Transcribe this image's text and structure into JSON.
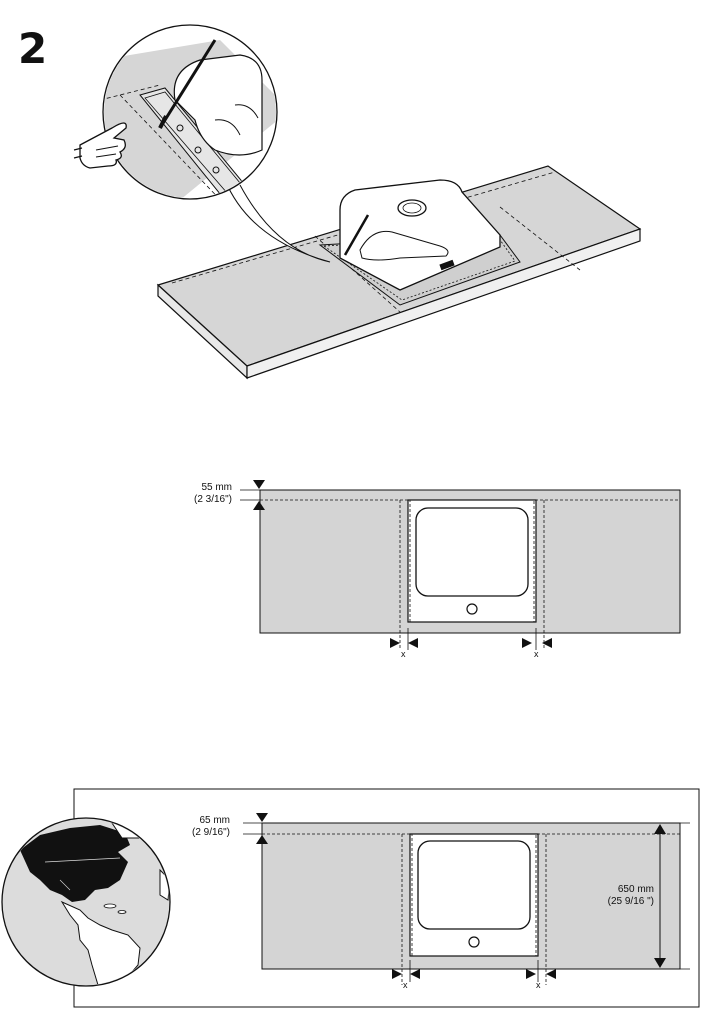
{
  "step": {
    "number": "2"
  },
  "top_view": {
    "front_offset_metric": "55 mm",
    "front_offset_imperial": "(2 3/16\")",
    "gap_left_label": "x",
    "gap_right_label": "x"
  },
  "na_view": {
    "front_offset_metric": "65 mm",
    "front_offset_imperial": "(2 9/16\")",
    "depth_metric": "650 mm",
    "depth_imperial": "(25 9/16   \")",
    "gap_left_label": "x",
    "gap_right_label": "x"
  },
  "colors": {
    "countertop_fill": "#d4d4d4",
    "line": "#111111",
    "continent_fill": "#111111",
    "globe_fill": "#dcdcdc"
  },
  "icons": [
    "step-number",
    "hand-pointing-icon",
    "pencil-icon",
    "globe-north-america-icon",
    "magnifier-callout"
  ]
}
